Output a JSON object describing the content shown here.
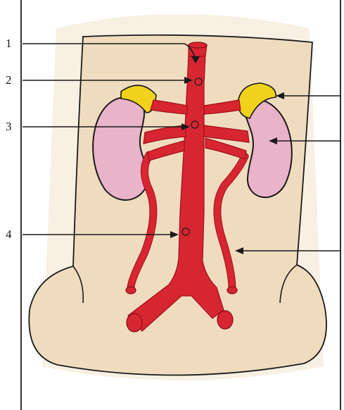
{
  "diagram": {
    "labels": [
      {
        "id": "1",
        "text": "1"
      },
      {
        "id": "2",
        "text": "2"
      },
      {
        "id": "3",
        "text": "3"
      },
      {
        "id": "4",
        "text": "4"
      }
    ],
    "colors": {
      "artery": "#d72631",
      "kidney": "#e9b3c9",
      "adrenal": "#f0d21c",
      "skin": "#efdcbf",
      "line": "#1a1a1a"
    }
  }
}
